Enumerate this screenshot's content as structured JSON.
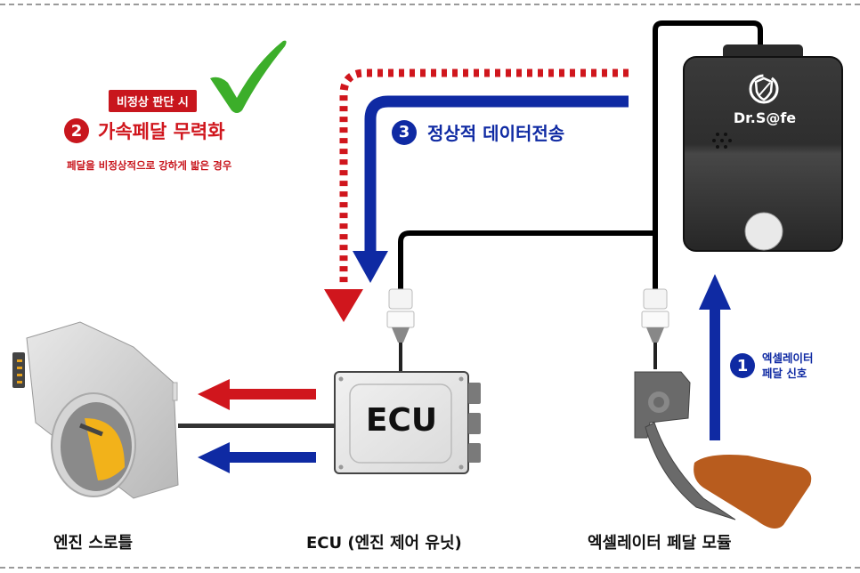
{
  "title": "Dr.Safe 가속페달 무력화 작동 원리",
  "colors": {
    "red": "#d0161d",
    "blue": "#0f2aa3",
    "green_check": "#3cae2a",
    "device_body": "#2b2b2b",
    "shoe": "#b85c1e",
    "throttle_gold": "#f2b21a"
  },
  "step2": {
    "badge": "비정상 판단 시",
    "number": "2",
    "title": "가속페달 무력화",
    "subtitle": "페달을 비정상적으로 강하게 밟은 경우",
    "icon": "check-mark-icon"
  },
  "step3": {
    "number": "3",
    "title": "정상적 데이터전송"
  },
  "step1": {
    "number": "1",
    "line1": "엑셀레이터",
    "line2": "페달 신호"
  },
  "device": {
    "brand": "Dr.S@fe",
    "icon": "shield-logo-icon"
  },
  "ecu": {
    "label": "ECU"
  },
  "captions": {
    "throttle": "엔진 스로틀",
    "ecu": "ECU (엔진 제어 유닛)",
    "pedal": "엑셀레이터 페달 모듈"
  }
}
